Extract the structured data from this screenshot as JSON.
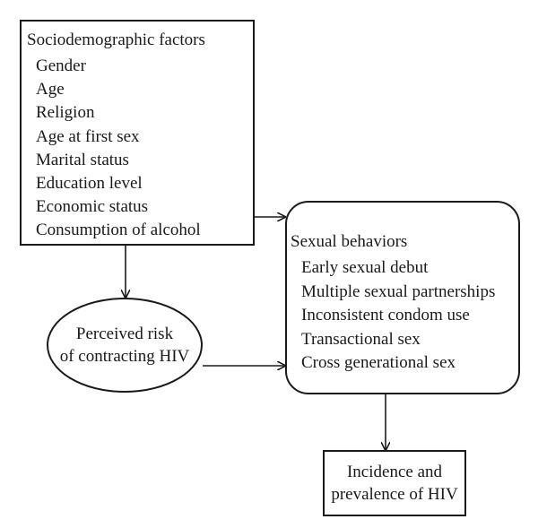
{
  "sociodemographic": {
    "title": "Sociodemographic factors",
    "items": [
      "Gender",
      "Age",
      "Religion",
      "Age at first sex",
      "Marital status",
      "Education level",
      "Economic status",
      "Consumption of alcohol"
    ]
  },
  "perceived_risk": {
    "line1": "Perceived risk",
    "line2": "of contracting HIV"
  },
  "sexual_behaviors": {
    "title": "Sexual behaviors",
    "items": [
      "Early sexual debut",
      "Multiple sexual partnerships",
      "Inconsistent condom use",
      "Transactional sex",
      "Cross generational sex"
    ]
  },
  "outcome": {
    "line1": "Incidence and",
    "line2": "prevalence of HIV"
  },
  "colors": {
    "stroke": "#1a1a1a",
    "background": "#ffffff"
  }
}
